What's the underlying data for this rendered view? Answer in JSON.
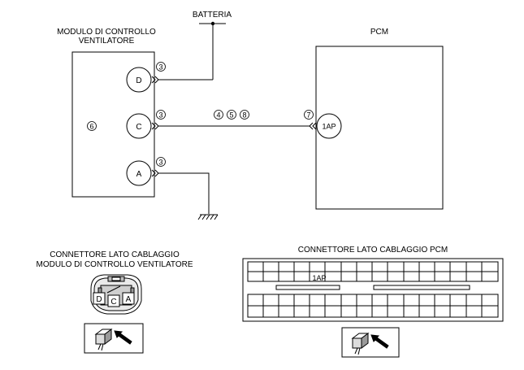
{
  "labels": {
    "battery": "BATTERIA",
    "fan_module_title_1": "MODULO DI CONTROLLO",
    "fan_module_title_2": "VENTILATORE",
    "pcm_title": "PCM",
    "fan_module_ref": "6",
    "pin_d": "D",
    "pin_c": "C",
    "pin_a": "A",
    "pcm_pin": "1AP",
    "ref_d": "3",
    "ref_c": "3",
    "ref_a": "3",
    "wire_ref_1": "4",
    "wire_ref_2": "5",
    "wire_ref_3": "8",
    "pcm_ref": "7"
  },
  "fan_connector": {
    "title_1": "CONNETTORE LATO CABLAGGIO",
    "title_2": "MODULO DI CONTROLLO VENTILATORE",
    "pin_d": "D",
    "pin_c": "C",
    "pin_a": "A"
  },
  "pcm_connector": {
    "title": "CONNETTORE LATO CABLAGGIO PCM",
    "pin_label": "1AP"
  }
}
